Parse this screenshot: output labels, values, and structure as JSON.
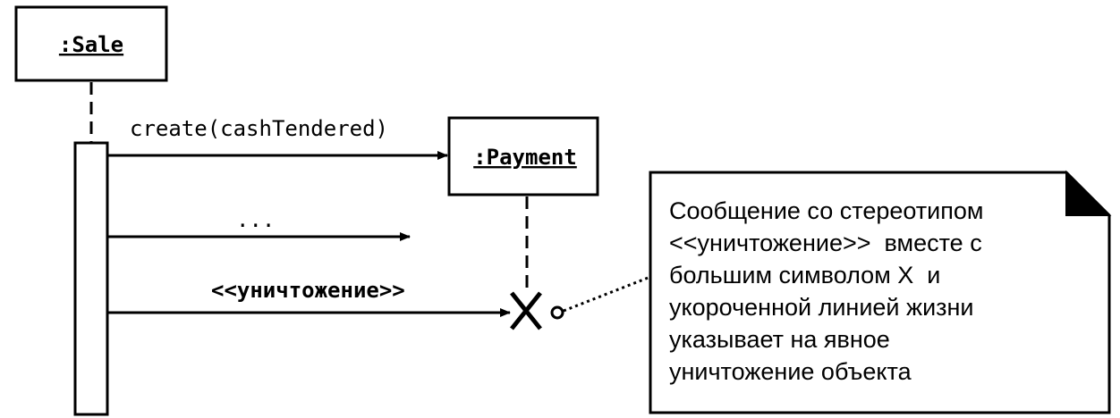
{
  "participants": {
    "sale": ":Sale",
    "payment": ":Payment"
  },
  "messages": {
    "create": "create(cashTendered)",
    "ellipsis": "...",
    "destroy": "<<уничтожение>>"
  },
  "note": {
    "lines": [
      "Сообщение со стереотипом",
      "<<уничтожение>>  вместе с",
      "большим символом X  и",
      "укороченной линией жизни",
      "указывает на явное",
      "уничтожение объекта"
    ]
  }
}
